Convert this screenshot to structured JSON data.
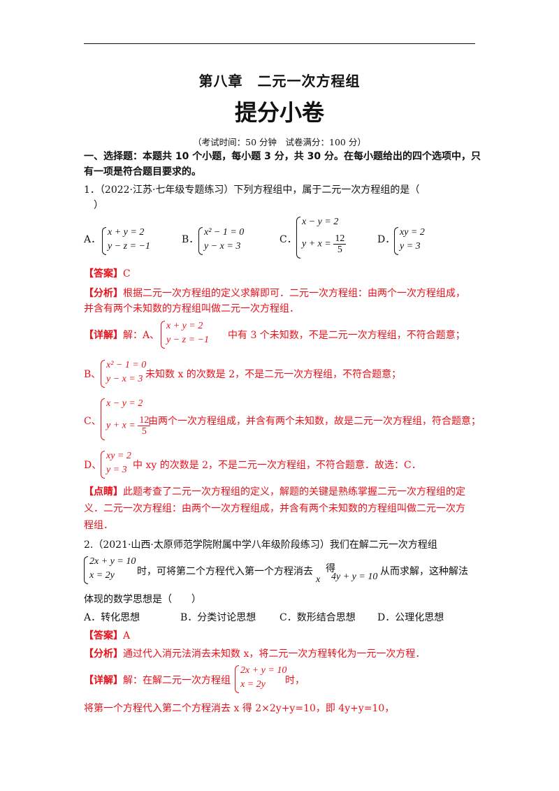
{
  "header": {
    "chapter": "第八章　二元一次方程组",
    "title": "提分小卷",
    "meta": "（考试时间：50 分钟　试卷满分：100 分）"
  },
  "section1": {
    "line1": "一、选择题：本题共 10 个小题，每小题 3 分，共 30 分。在每小题给出的四个选项中，只",
    "line2": "有一项是符合题目要求的。"
  },
  "q1": {
    "stem1": "1．（2022·江苏·七年级专题练习）下列方程组中，属于二元一次方程组的是（",
    "stem2": "）",
    "options": {
      "A": {
        "label": "A．",
        "eq1": "x + y = 2",
        "eq2": "y − z = −1"
      },
      "B": {
        "label": "B．",
        "eq1": "x² − 1 = 0",
        "eq2": "y − x = 3"
      },
      "C": {
        "label": "C．",
        "eq1": "x − y = 2",
        "eq2_left": "y + x =",
        "eq2_num": "12",
        "eq2_den": "5"
      },
      "D": {
        "label": "D．",
        "eq1": "xy = 2",
        "eq2": "y = 3"
      }
    },
    "answer_tag": "【答案】",
    "answer": "C",
    "analysis_tag": "【分析】",
    "analysis1": "根据二元一次方程组的定义求解即可．二元一次方程组：由两个一次方程组成，",
    "analysis2": "并含有两个未知数的方程组叫做二元一次方程组．",
    "detail_tag": "【详解】",
    "detail_a_pre": "解：A、",
    "detail_a_post": "中有 3 个未知数，不是二元一次方程组，不符合题意；",
    "detail_b_pre": "B、",
    "detail_b_post": "未知数 x 的次数是 2，不是二元一次方程组，不符合题意；",
    "detail_c_pre": "C、",
    "detail_c_post": "由两个一次方程组成，并含有两个未知数，故是二元一次方程组，符合题意；",
    "detail_d_pre": "D、",
    "detail_d_post": "中 xy 的次数是 2，不是二元一次方程组，不符合题意．故选：C．",
    "comment_tag": "【点睛】",
    "comment1": "此题考查了二元一次方程组的定义，解题的关键是熟练掌握二元一次方程组的定",
    "comment2": "义．二元一次方程组：由两个一次方程组成，并含有两个未知数的方程组叫做二元一次方",
    "comment3": "程组．"
  },
  "q2": {
    "stem1": "2.（2021·山西·太原师范学院附属中学八年级阶段练习）我们在解二元一次方程组",
    "sys_eq1": "2x + y = 10",
    "sys_eq2": "x = 2y",
    "stem2_mid": "时，可将第二个方程代入第一个方程消去",
    "stem2_x": "x",
    "stem2_de": "得",
    "stem2_eq": "4y + y = 10",
    "stem2_end": "从而求解，这种解法",
    "stem3": "体现的数学思想是（　　）",
    "options": [
      "A．转化思想",
      "B．分类讨论思想",
      "C．数形结合思想",
      "D．公理化思想"
    ],
    "answer_tag": "【答案】",
    "answer": "A",
    "analysis_tag": "【分析】",
    "analysis": "通过代入消元法消去未知数 x，将二元一次方程转化为一元一次方程．",
    "detail_tag": "【详解】",
    "detail_pre": "解：在解二元一次方程组",
    "detail_post": "时，",
    "last_line": "将第一个方程代入第二个方程消去 x 得 2×2y+y=10，即 4y+y=10，"
  }
}
